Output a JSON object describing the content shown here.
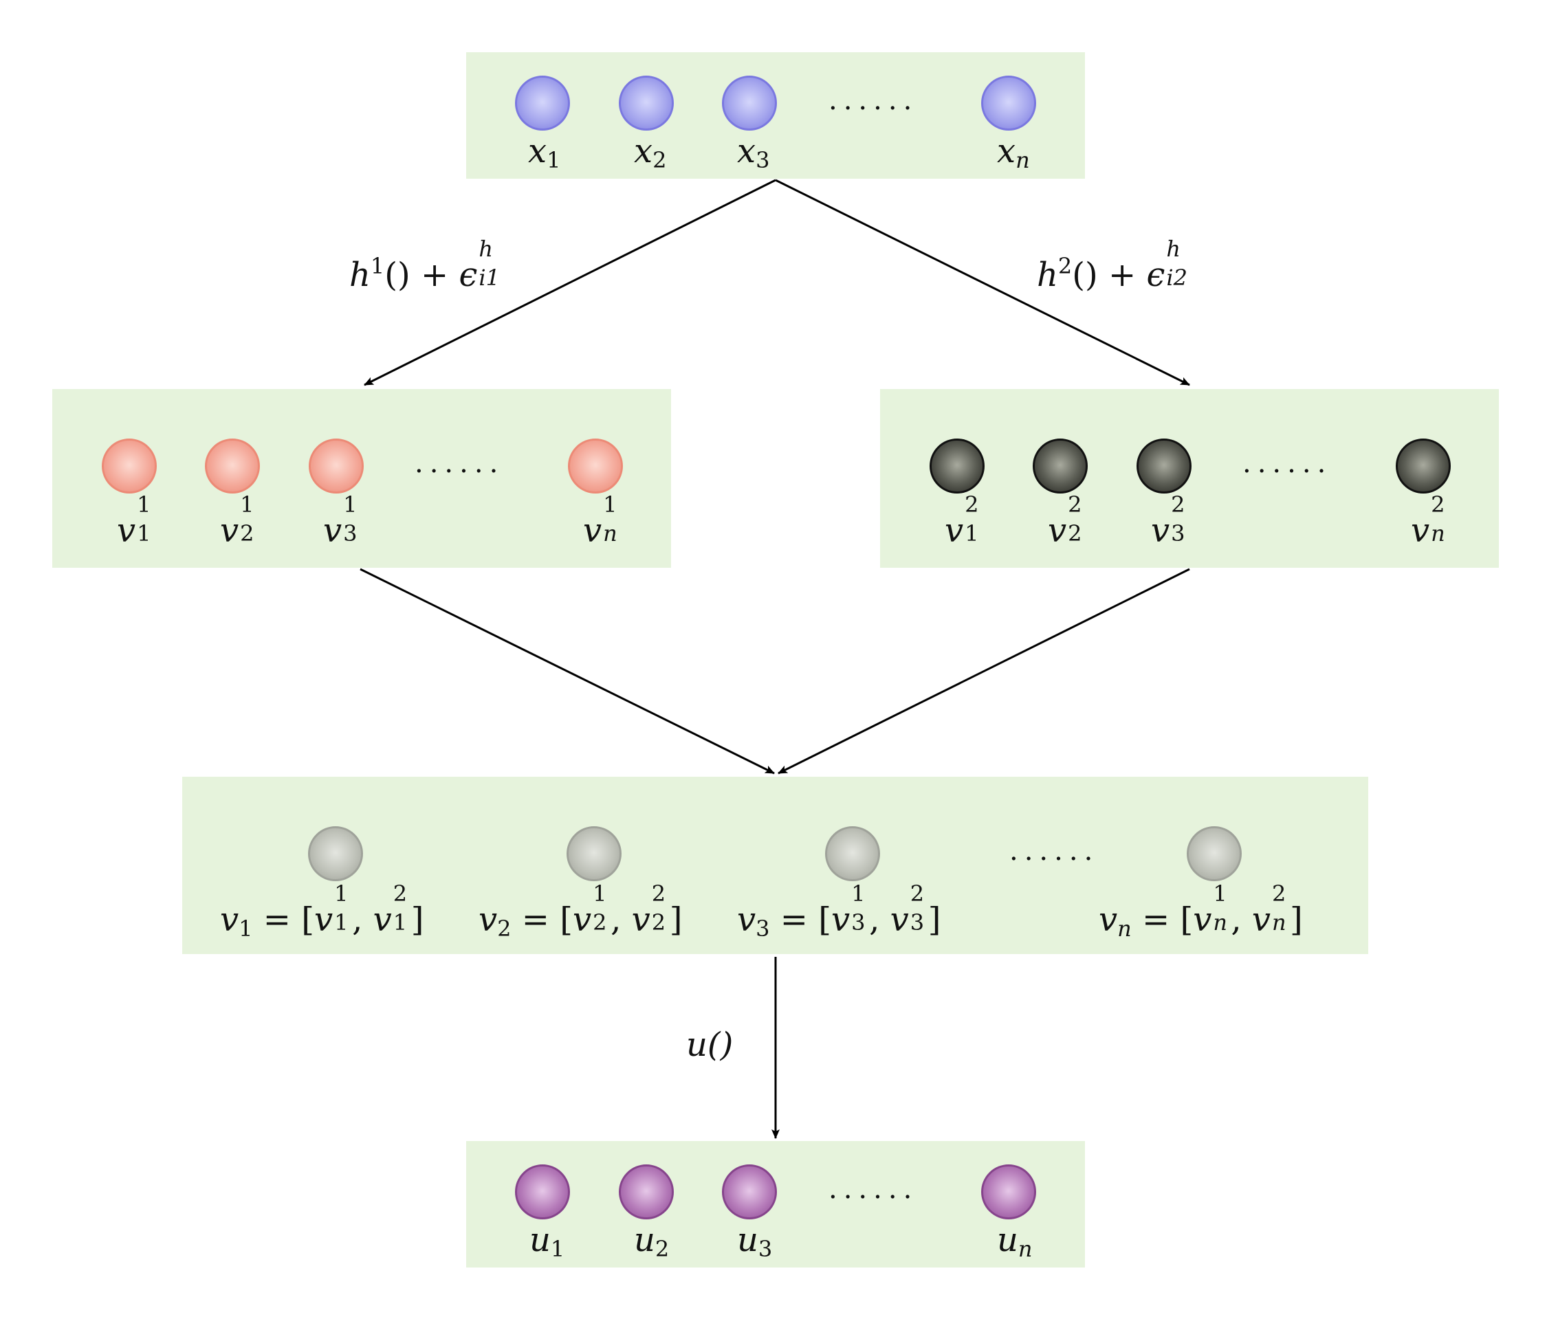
{
  "colors": {
    "panel": "#e6f3dc",
    "x_nodes": "#a4a5ed",
    "v1_nodes": "#f4a99a",
    "v2_nodes": "#3a3b36",
    "v_nodes": "#bfc2b9",
    "u_nodes": "#a562a9"
  },
  "ellipsis": "......",
  "input_layer": {
    "labels": [
      {
        "sym": "x",
        "sub": "1"
      },
      {
        "sym": "x",
        "sub": "2"
      },
      {
        "sym": "x",
        "sub": "3"
      },
      {
        "sym": "x",
        "sub": "n"
      }
    ]
  },
  "edges": {
    "left": {
      "fn": "h",
      "sup": "1",
      "rest": "() + ",
      "eps": "ϵ",
      "eps_sup": "h",
      "eps_sub": "i1"
    },
    "right": {
      "fn": "h",
      "sup": "2",
      "rest": "() + ",
      "eps": "ϵ",
      "eps_sup": "h",
      "eps_sub": "i2"
    },
    "bottom": {
      "text": "u()"
    }
  },
  "view1_layer": {
    "labels": [
      {
        "sym": "v",
        "sup": "1",
        "sub": "1"
      },
      {
        "sym": "v",
        "sup": "1",
        "sub": "2"
      },
      {
        "sym": "v",
        "sup": "1",
        "sub": "3"
      },
      {
        "sym": "v",
        "sup": "1",
        "sub": "n"
      }
    ]
  },
  "view2_layer": {
    "labels": [
      {
        "sym": "v",
        "sup": "2",
        "sub": "1"
      },
      {
        "sym": "v",
        "sup": "2",
        "sub": "2"
      },
      {
        "sym": "v",
        "sup": "2",
        "sub": "3"
      },
      {
        "sym": "v",
        "sup": "2",
        "sub": "n"
      }
    ]
  },
  "concat_layer": {
    "labels": [
      {
        "sym": "v",
        "sub": "1",
        "eq": " = [",
        "a": "v",
        "a_sup": "1",
        "a_sub": "1",
        "comma": ", ",
        "b": "v",
        "b_sup": "2",
        "b_sub": "1",
        "close": "]"
      },
      {
        "sym": "v",
        "sub": "2",
        "eq": " = [",
        "a": "v",
        "a_sup": "1",
        "a_sub": "2",
        "comma": ", ",
        "b": "v",
        "b_sup": "2",
        "b_sub": "2",
        "close": "]"
      },
      {
        "sym": "v",
        "sub": "3",
        "eq": " = [",
        "a": "v",
        "a_sup": "1",
        "a_sub": "3",
        "comma": ", ",
        "b": "v",
        "b_sup": "2",
        "b_sub": "3",
        "close": "]"
      },
      {
        "sym": "v",
        "sub": "n",
        "eq": " = [",
        "a": "v",
        "a_sup": "1",
        "a_sub": "n",
        "comma": ", ",
        "b": "v",
        "b_sup": "2",
        "b_sub": "n",
        "close": "]"
      }
    ]
  },
  "output_layer": {
    "labels": [
      {
        "sym": "u",
        "sub": "1"
      },
      {
        "sym": "u",
        "sub": "2"
      },
      {
        "sym": "u",
        "sub": "3"
      },
      {
        "sym": "u",
        "sub": "n"
      }
    ]
  }
}
